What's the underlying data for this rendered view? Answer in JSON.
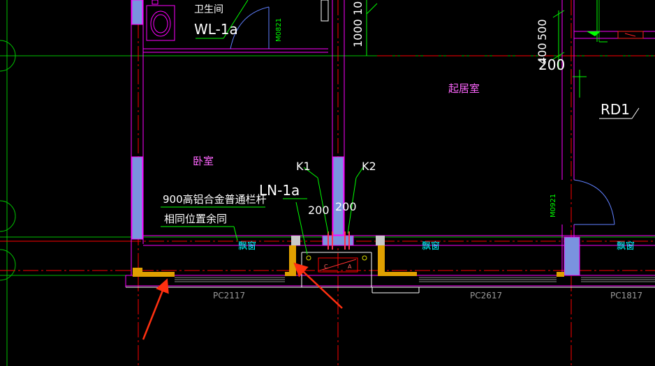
{
  "labels": {
    "bathroom": "卫生间",
    "wl_tag": "WL-1a",
    "door_m0821": "M0821",
    "dim_1000": "1000",
    "dim_10": "10",
    "dim_400": "400",
    "dim_500": "500",
    "dim_200_top": "200",
    "living_room": "起居室",
    "rd1": "RD1",
    "bedroom": "卧室",
    "k1": "K1",
    "k2": "K2",
    "ln_tag": "LN-1a",
    "dim_200_a": "200",
    "dim_200_b": "200",
    "note_line1": "900高铝合金普通栏杆",
    "note_line2": "相同位置余同",
    "door_m0921": "M0921",
    "bay_window_1": "飘窗",
    "bay_window_2": "飘窗",
    "bay_window_3": "飘窗",
    "window_pc2117": "PC2117",
    "window_pc2617": "PC2617",
    "window_pc1817": "PC1817",
    "box_c": "C",
    "box_a": "A"
  },
  "colors": {
    "background": "#000000",
    "wall": "#ff00ff",
    "wall_fill": "#6a8fe0",
    "column": "#e0a000",
    "axis": "#ff0000",
    "dimension": "#00ff00",
    "text_white": "#ffffff",
    "text_cyan": "#00ffff",
    "text_magenta": "#ff66ff",
    "arrow": "#ff3010"
  }
}
